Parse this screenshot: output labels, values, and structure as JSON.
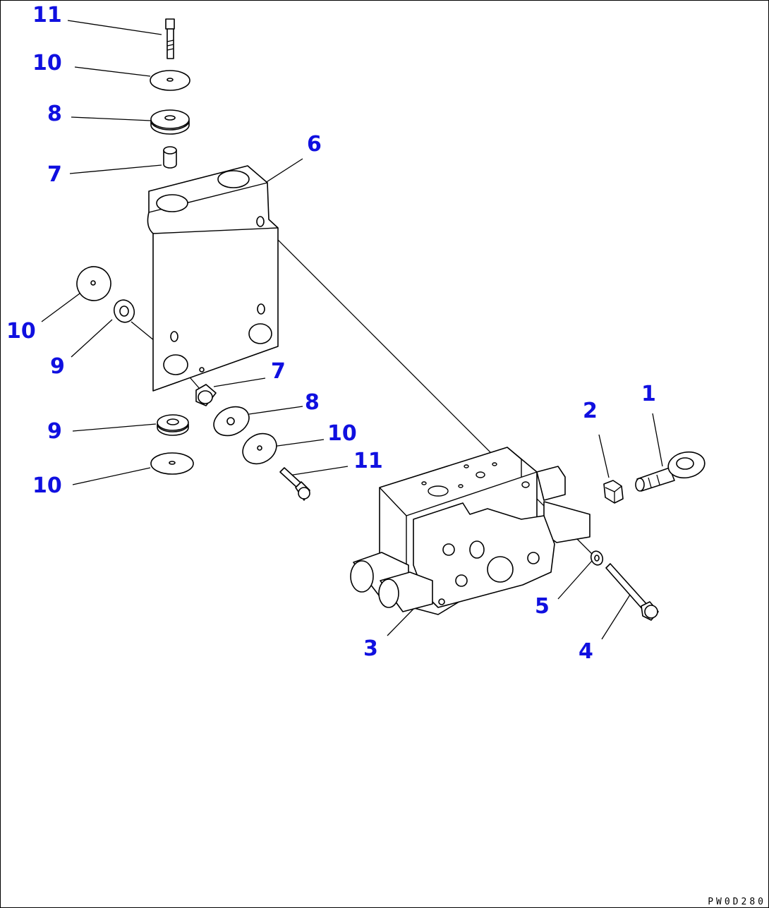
{
  "drawing_code": "PW0D280",
  "colors": {
    "callout": "#1010e0",
    "line": "#000000"
  },
  "callouts": [
    {
      "id": "c11a",
      "text": "11"
    },
    {
      "id": "c10a",
      "text": "10"
    },
    {
      "id": "c8a",
      "text": "8"
    },
    {
      "id": "c7a",
      "text": "7"
    },
    {
      "id": "c6",
      "text": "6"
    },
    {
      "id": "c10b",
      "text": "10"
    },
    {
      "id": "c9a",
      "text": "9"
    },
    {
      "id": "c7b",
      "text": "7"
    },
    {
      "id": "c8b",
      "text": "8"
    },
    {
      "id": "c9b",
      "text": "9"
    },
    {
      "id": "c10c",
      "text": "10"
    },
    {
      "id": "c10d",
      "text": "10"
    },
    {
      "id": "c11b",
      "text": "11"
    },
    {
      "id": "c2",
      "text": "2"
    },
    {
      "id": "c1",
      "text": "1"
    },
    {
      "id": "c5",
      "text": "5"
    },
    {
      "id": "c3",
      "text": "3"
    },
    {
      "id": "c4",
      "text": "4"
    }
  ]
}
